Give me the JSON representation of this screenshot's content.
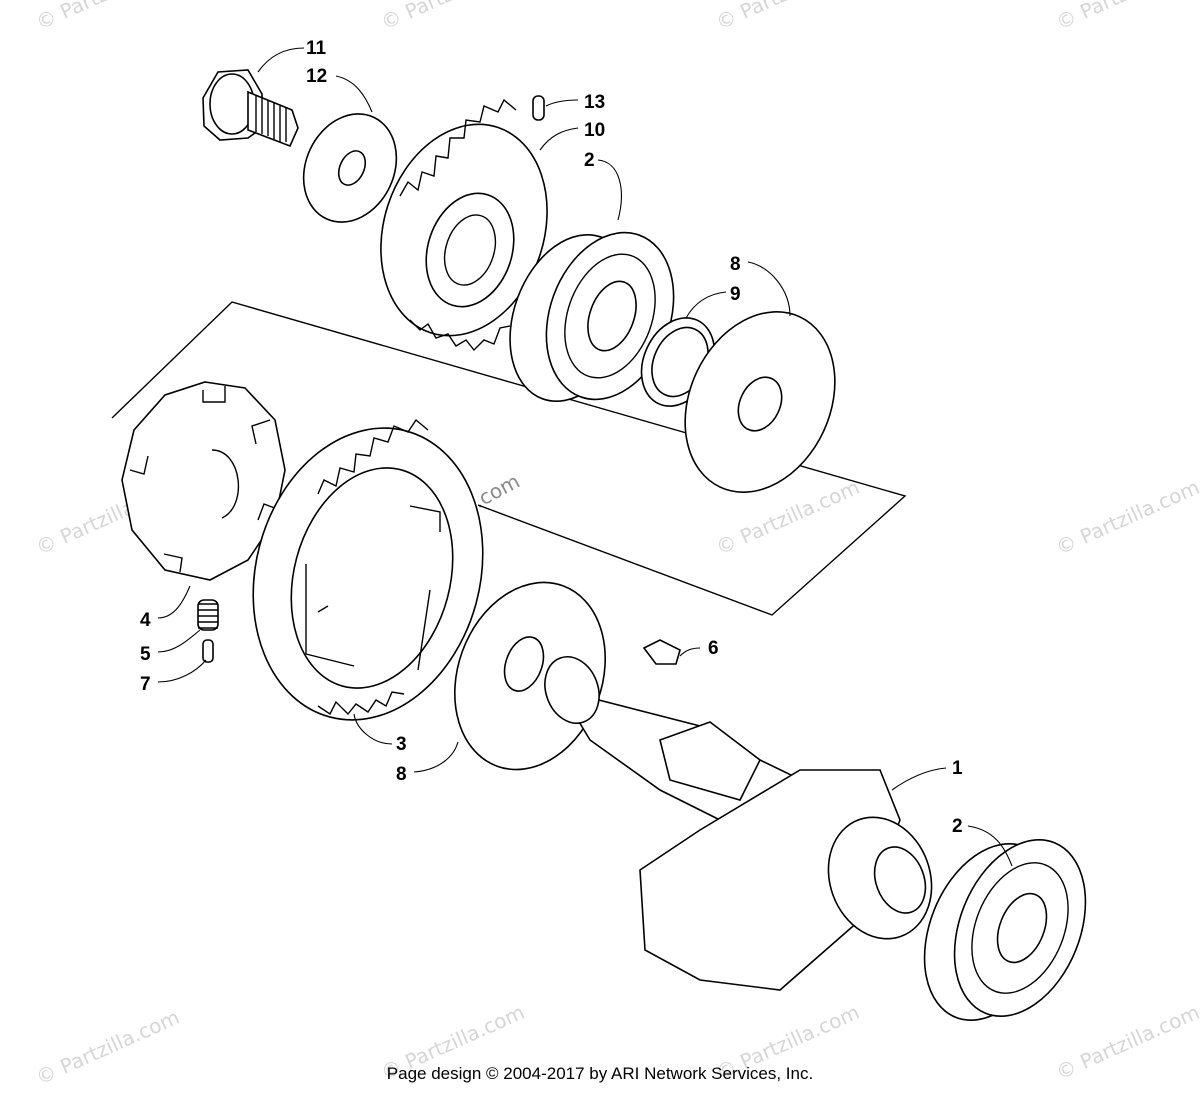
{
  "diagram": {
    "callouts": {
      "c11": "11",
      "c12": "12",
      "c13": "13",
      "c10": "10",
      "c2_top": "2",
      "c8_top": "8",
      "c9": "9",
      "c4": "4",
      "c5": "5",
      "c7": "7",
      "c6": "6",
      "c3": "3",
      "c8_bottom": "8",
      "c1": "1",
      "c2_bottom": "2"
    },
    "watermark": {
      "text": "© Partzilla.com"
    }
  },
  "footer": {
    "text": "Page design © 2004-2017 by ARI Network Services, Inc."
  }
}
